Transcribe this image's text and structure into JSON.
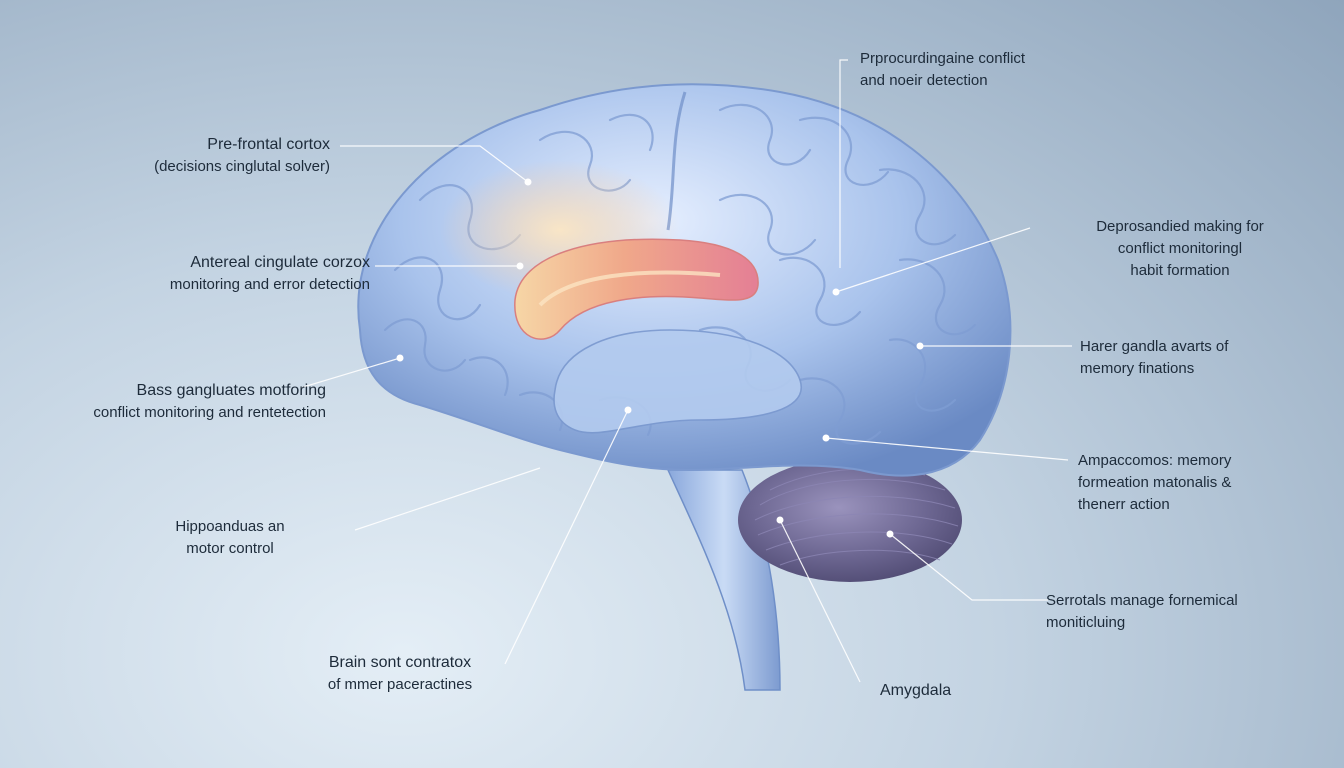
{
  "labels": {
    "prefrontal": {
      "line1": "Pre-frontal cortox",
      "line2": "(decisions cinglutal solver)"
    },
    "anterior": {
      "line1": "Antereal cingulate corzox",
      "line2": "monitoring and error detection"
    },
    "basal": {
      "line1": "Bass gangluates motforing",
      "line2": "conflict monitoring and rentetection"
    },
    "hippo_left": {
      "line1": "Hippoanduas an",
      "line2": "motor control"
    },
    "brainstem": {
      "line1": "Brain sont contratox",
      "line2": "of mmer paceractines"
    },
    "top_right": {
      "line1": "Prprocurdingaine conflict",
      "line2": "and noeir detection"
    },
    "right1": {
      "line1": "Deprosandied making for",
      "line2": "conflict monitoringl",
      "line3": "habit formation"
    },
    "right2": {
      "line1": "Harer gandla avarts of",
      "line2": "memory finations"
    },
    "right3": {
      "line1": "Ampaccomos: memory",
      "line2": "formeation matonalis &",
      "line3": "thenerr action"
    },
    "right4": {
      "line1": "Serrotals manage fornemical",
      "line2": "moniticluing"
    },
    "amygdala": {
      "line1": "Amygdala"
    }
  },
  "colors": {
    "brain_light": "#d6e4f7",
    "brain_mid": "#9ebbe6",
    "brain_dark": "#6f8fc8",
    "cingulate_warm": "#f2b98a",
    "cingulate_pink": "#e9889a",
    "cerebellum": "#6f6a94",
    "leader_line": "#ffffff"
  }
}
